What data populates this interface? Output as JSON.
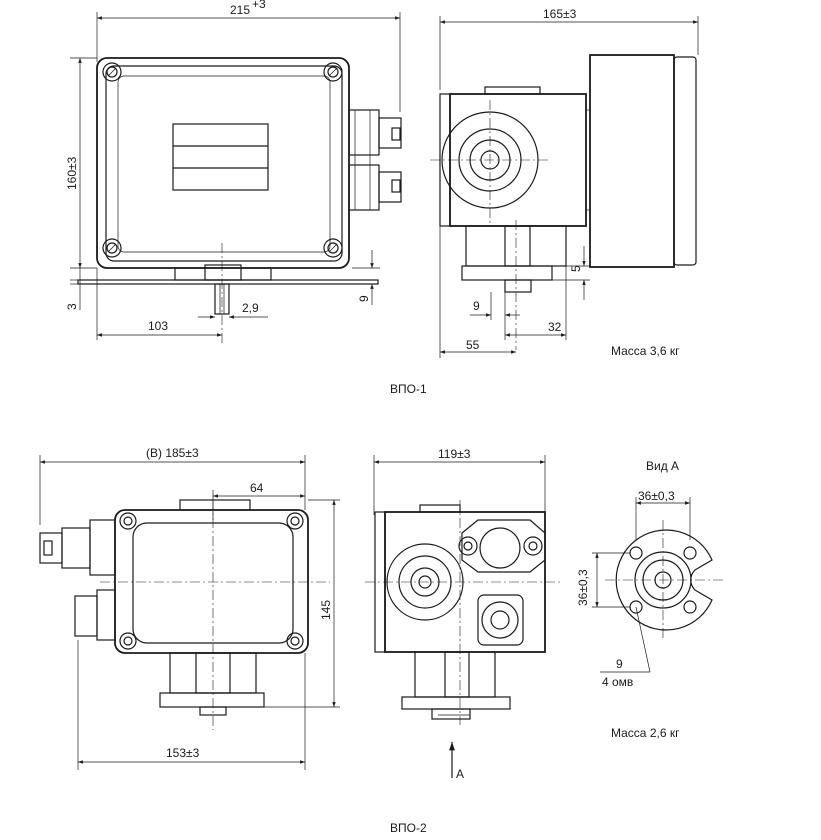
{
  "vpo1": {
    "title": "ВПО-1",
    "mass": "Масса 3,6 кг",
    "dims": {
      "width_front": "215",
      "width_front_tol": "+3",
      "height_front": "160±3",
      "width_side": "165±3",
      "base_offset": "3",
      "center_offset": "103",
      "shaft_dia": "2,9",
      "side_9": "9",
      "side_5": "5",
      "bottom_9": "9",
      "bottom_32": "32",
      "bottom_55": "55"
    }
  },
  "vpo2": {
    "title": "ВПО-2",
    "mass": "Масса 2,6 кг",
    "view_label": "Вид А",
    "arrow_label": "А",
    "dims": {
      "width_top": "(В) 185±3",
      "offset_64": "64",
      "height_145": "145",
      "width_bottom": "153±3",
      "width_side": "119±3",
      "flange_h": "36±0,3",
      "flange_v": "36±0,3",
      "hole_dia": "9",
      "hole_count": "4 омв"
    }
  }
}
